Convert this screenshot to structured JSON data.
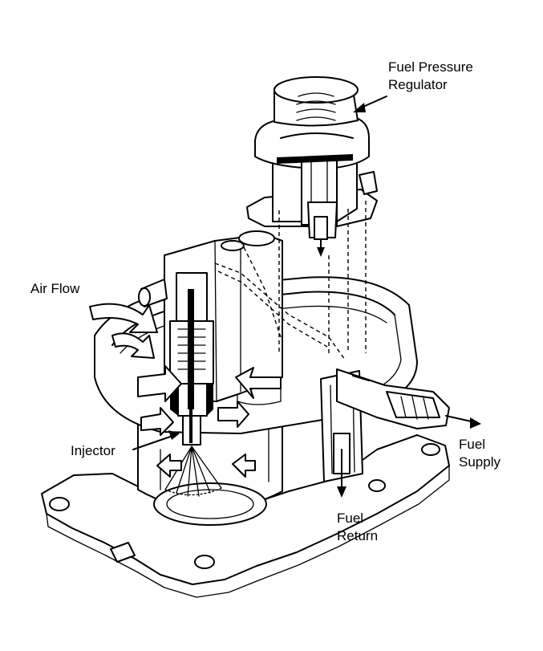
{
  "labels": {
    "regulator_line1": "Fuel Pressure",
    "regulator_line2": "Regulator",
    "air_flow": "Air Flow",
    "injector": "Injector",
    "supply_line1": "Fuel",
    "supply_line2": "Supply",
    "return_line1": "Fuel",
    "return_line2": "Return"
  },
  "colors": {
    "ink": "#000000",
    "paper": "#ffffff"
  }
}
